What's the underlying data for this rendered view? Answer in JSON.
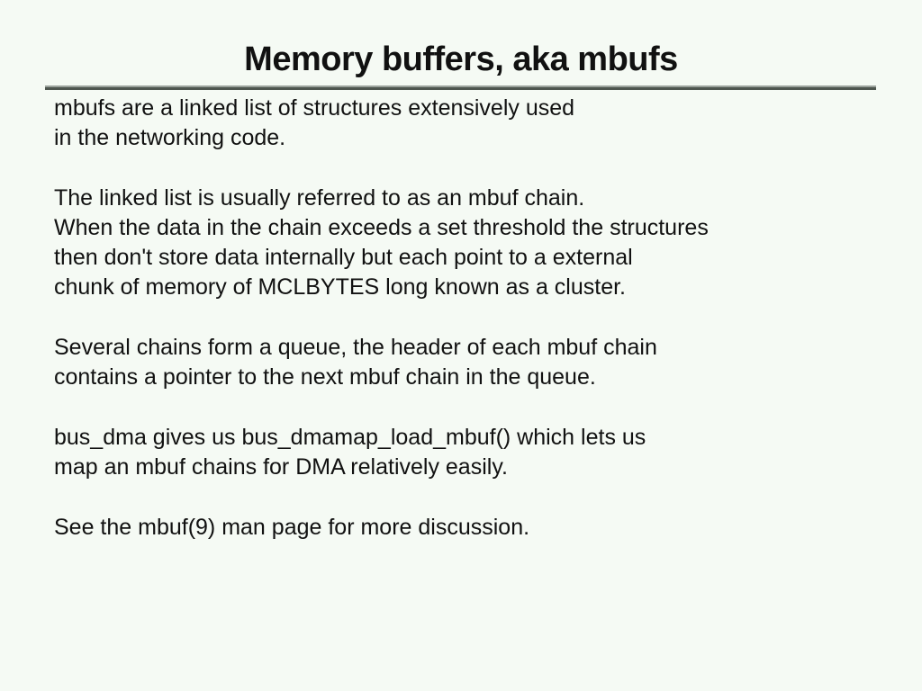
{
  "slide": {
    "title": "Memory buffers, aka mbufs",
    "paragraphs": [
      "mbufs are a linked list of structures extensively used\nin the networking code.",
      "The linked list is usually referred to as an mbuf chain.\nWhen the data in the chain exceeds a set threshold the structures\nthen don't store data internally but each point to a external\nchunk of memory of MCLBYTES long known as a cluster.",
      "Several chains form a queue, the header of each mbuf chain\ncontains a pointer to the next mbuf chain in the queue.",
      "bus_dma gives us bus_dmamap_load_mbuf() which lets us\nmap an mbuf chains for DMA relatively easily.",
      "See the mbuf(9) man page for more discussion."
    ],
    "colors": {
      "background": "#f5faf4",
      "text": "#111111",
      "rule_top": "#9ba29c",
      "rule_bottom": "#4e564f"
    }
  }
}
